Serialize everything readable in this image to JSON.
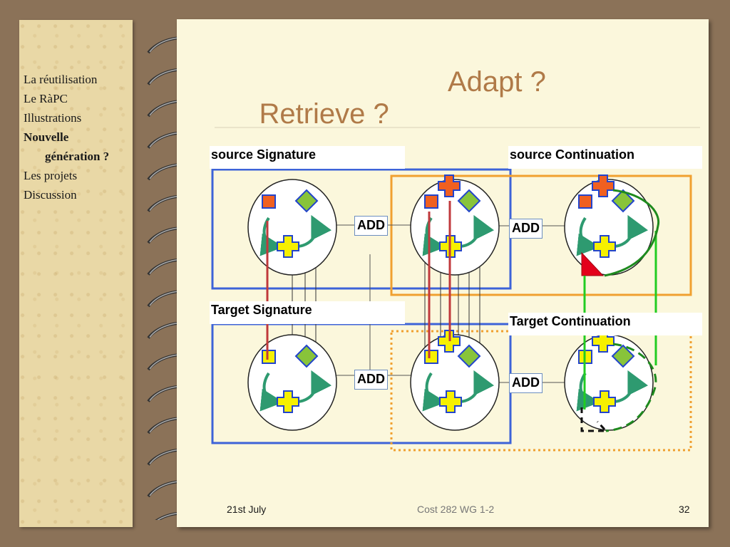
{
  "title": {
    "retrieve": "Retrieve ?",
    "adapt": "Adapt ?"
  },
  "nav": {
    "items": [
      "La réutilisation",
      "Le RàPC",
      "Illustrations",
      "Nouvelle",
      "génération ?",
      "Les projets",
      "Discussion"
    ]
  },
  "labels": {
    "source_signature": "source Signature",
    "source_continuation": "source Continuation",
    "target_signature": "Target Signature",
    "target_continuation": "Target Continuation",
    "add": "ADD"
  },
  "footer": {
    "date": "21st July",
    "event": "Cost 282 WG 1-2",
    "page": "32"
  },
  "colors": {
    "blue_box": "#3d63d8",
    "orange_box": "#f0a030",
    "green": "#2aa34a",
    "red_link": "#c0393c",
    "orange_square": "#f06020",
    "yellow": "#f6f000"
  }
}
